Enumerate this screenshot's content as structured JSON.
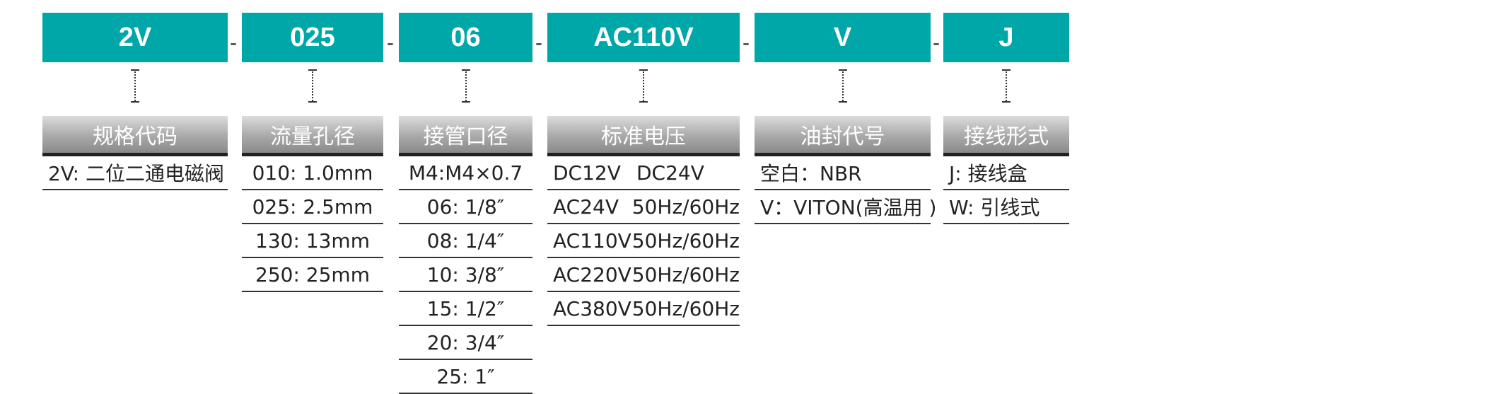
{
  "separator": "-",
  "columns": [
    {
      "code": "2V",
      "header": "规格代码",
      "rows": [
        "2V: 二位二通电磁阀"
      ]
    },
    {
      "code": "025",
      "header": "流量孔径",
      "rows": [
        "010: 1.0mm",
        "025: 2.5mm",
        "130: 13mm",
        "250: 25mm"
      ]
    },
    {
      "code": "06",
      "header": "接管口径",
      "rows": [
        "M4:M4×0.7",
        "06: 1/8″",
        "08: 1/4″",
        "10: 3/8″",
        "15: 1/2″",
        "20: 3/4″",
        "25: 1″"
      ]
    },
    {
      "code": "AC110V",
      "header": "标准电压",
      "rows": [
        {
          "a": "DC12V",
          "b": "DC24V"
        },
        {
          "a": "AC24V",
          "b": "50Hz/60Hz"
        },
        {
          "a": "AC110V",
          "b": "50Hz/60Hz"
        },
        {
          "a": "AC220V",
          "b": "50Hz/60Hz"
        },
        {
          "a": "AC380V",
          "b": "50Hz/60Hz"
        }
      ]
    },
    {
      "code": "V",
      "header": "油封代号",
      "rows": [
        "空白：NBR",
        "V：VITON(高温用 )"
      ]
    },
    {
      "code": "J",
      "header": "接线形式",
      "rows": [
        "J: 接线盒",
        "W: 引线式"
      ]
    }
  ],
  "colors": {
    "code_bg": "#00a7a8",
    "header_bg": "#a9a9a9"
  }
}
